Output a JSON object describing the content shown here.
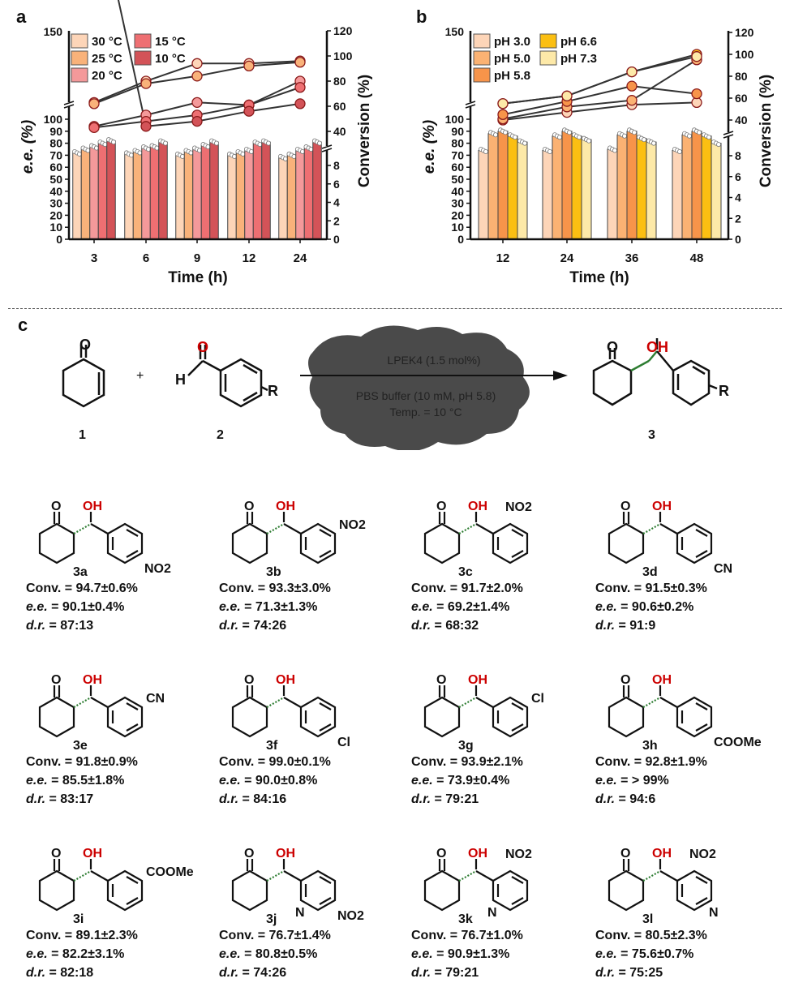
{
  "panels": {
    "a": "a",
    "b": "b",
    "c": "c"
  },
  "chart_data": [
    {
      "id": "a",
      "type": "bar+line",
      "xlabel": "Time (h)",
      "ylabel_left": "e.e. (%)",
      "ylabel_right": "Conversion (%)",
      "categories": [
        "3",
        "6",
        "9",
        "12",
        "24"
      ],
      "left_ticks_lower": [
        "0",
        "10",
        "20",
        "30",
        "40",
        "50",
        "60",
        "70",
        "80",
        "90",
        "100"
      ],
      "left_tick_upper": "150",
      "right_ticks_lower": [
        "0",
        "2",
        "4",
        "6",
        "8"
      ],
      "right_ticks_upper": [
        "40",
        "60",
        "80",
        "100",
        "120"
      ],
      "ylim_left": [
        0,
        150
      ],
      "ylim_right": [
        0,
        120
      ],
      "legend": "top-left",
      "series": [
        {
          "name": "30 °C",
          "color": "#fdd5b8",
          "ee": [
            72,
            71,
            70,
            70,
            68
          ],
          "conversion": [
            63,
            80,
            94,
            94,
            96
          ]
        },
        {
          "name": "25 °C",
          "color": "#f9b27a",
          "ee": [
            75,
            73,
            73,
            72,
            70
          ],
          "conversion": [
            62,
            78,
            84,
            92,
            95
          ]
        },
        {
          "name": "20 °C",
          "color": "#f4999a",
          "ee": [
            77,
            76,
            75,
            74,
            74
          ],
          "conversion": [
            44,
            53,
            63,
            61,
            80
          ]
        },
        {
          "name": "15 °C",
          "color": "#ee6f72",
          "ee": [
            80,
            77,
            78,
            80,
            76
          ],
          "conversion": [
            43,
            48,
            53,
            61,
            75
          ]
        },
        {
          "name": "10 °C",
          "color": "#d35358",
          "ee": [
            82,
            81,
            81,
            81,
            81
          ],
          "conversion": [
            38,
            44,
            48,
            56,
            62
          ]
        }
      ]
    },
    {
      "id": "b",
      "type": "bar+line",
      "xlabel": "Time (h)",
      "ylabel_left": "e.e. (%)",
      "ylabel_right": "Conversion (%)",
      "categories": [
        "12",
        "24",
        "36",
        "48"
      ],
      "left_ticks_lower": [
        "0",
        "10",
        "20",
        "30",
        "40",
        "50",
        "60",
        "70",
        "80",
        "90",
        "100"
      ],
      "left_tick_upper": "150",
      "right_ticks_lower": [
        "0",
        "2",
        "4",
        "6",
        "8"
      ],
      "right_ticks_upper": [
        "40",
        "60",
        "80",
        "100",
        "120"
      ],
      "ylim_left": [
        0,
        150
      ],
      "ylim_right": [
        0,
        120
      ],
      "legend": "top-left",
      "series": [
        {
          "name": "pH 3.0",
          "color": "#fdd5b8",
          "ee": [
            74,
            74,
            75,
            74
          ],
          "conversion": [
            40,
            47,
            54,
            56
          ]
        },
        {
          "name": "pH 5.0",
          "color": "#fbb273",
          "ee": [
            88,
            86,
            87,
            87
          ],
          "conversion": [
            41,
            52,
            58,
            95
          ]
        },
        {
          "name": "pH 5.8",
          "color": "#f7944a",
          "ee": [
            90,
            90,
            90,
            90
          ],
          "conversion": [
            45,
            57,
            71,
            64
          ]
        },
        {
          "name": "pH 6.6",
          "color": "#fbbf12",
          "ee": [
            86,
            86,
            84,
            86
          ],
          "conversion": [
            55,
            62,
            84,
            100
          ]
        },
        {
          "name": "pH 7.3",
          "color": "#fde9a8",
          "ee": [
            81,
            83,
            81,
            80
          ],
          "conversion": [
            55,
            62,
            84,
            98
          ]
        }
      ]
    }
  ],
  "scheme": {
    "reactant1": "1",
    "reactant2": "2",
    "product": "3",
    "plus": "+",
    "h_label": "H",
    "o_label": "O",
    "oh_label": "OH",
    "r_label": "R",
    "catalyst": "LPEK4 (1.5 mol%)",
    "buffer": "PBS buffer (10 mM, pH 5.8)",
    "temp": "Temp. = 10 °C"
  },
  "labels": {
    "conv": "Conv. = ",
    "ee": "e.e.",
    "dr": "d.r.",
    "eq": " = "
  },
  "substrates": [
    {
      "id": "3a",
      "sub": "NO2",
      "pos": "para",
      "ring_n": "",
      "conv": "94.7±0.6%",
      "ee": "90.1±0.4%",
      "dr": "87:13"
    },
    {
      "id": "3b",
      "sub": "NO2",
      "pos": "meta",
      "ring_n": "",
      "conv": "93.3±3.0%",
      "ee": "71.3±1.3%",
      "dr": "74:26"
    },
    {
      "id": "3c",
      "sub": "NO2",
      "pos": "ortho",
      "ring_n": "",
      "conv": "91.7±2.0%",
      "ee": "69.2±1.4%",
      "dr": "68:32"
    },
    {
      "id": "3d",
      "sub": "CN",
      "pos": "para",
      "ring_n": "",
      "conv": "91.5±0.3%",
      "ee": "90.6±0.2%",
      "dr": "91:9"
    },
    {
      "id": "3e",
      "sub": "CN",
      "pos": "meta",
      "ring_n": "",
      "conv": "91.8±0.9%",
      "ee": "85.5±1.8%",
      "dr": "83:17"
    },
    {
      "id": "3f",
      "sub": "Cl",
      "pos": "para",
      "ring_n": "",
      "conv": "99.0±0.1%",
      "ee": "90.0±0.8%",
      "dr": "84:16"
    },
    {
      "id": "3g",
      "sub": "Cl",
      "pos": "meta",
      "ring_n": "",
      "conv": "93.9±2.1%",
      "ee": "73.9±0.4%",
      "dr": "79:21"
    },
    {
      "id": "3h",
      "sub": "COOMe",
      "pos": "para",
      "ring_n": "",
      "conv": "92.8±1.9%",
      "ee": "> 99%",
      "dr": "94:6"
    },
    {
      "id": "3i",
      "sub": "COOMe",
      "pos": "meta",
      "ring_n": "",
      "conv": "89.1±2.3%",
      "ee": "82.2±3.1%",
      "dr": "82:18"
    },
    {
      "id": "3j",
      "sub": "NO2",
      "pos": "para",
      "ring_n": "N",
      "ring_n_pos": "ll",
      "conv": "76.7±1.4%",
      "ee": "80.8±0.5%",
      "dr": "74:26"
    },
    {
      "id": "3k",
      "sub": "NO2",
      "pos": "ortho",
      "ring_n": "N",
      "ring_n_pos": "ll",
      "conv": "76.7±1.0%",
      "ee": "90.9±1.3%",
      "dr": "79:21"
    },
    {
      "id": "3l",
      "sub": "NO2",
      "pos": "ortho",
      "ring_n": "N",
      "ring_n_pos": "lr",
      "conv": "80.5±2.3%",
      "ee": "75.6±0.7%",
      "dr": "75:25"
    }
  ]
}
